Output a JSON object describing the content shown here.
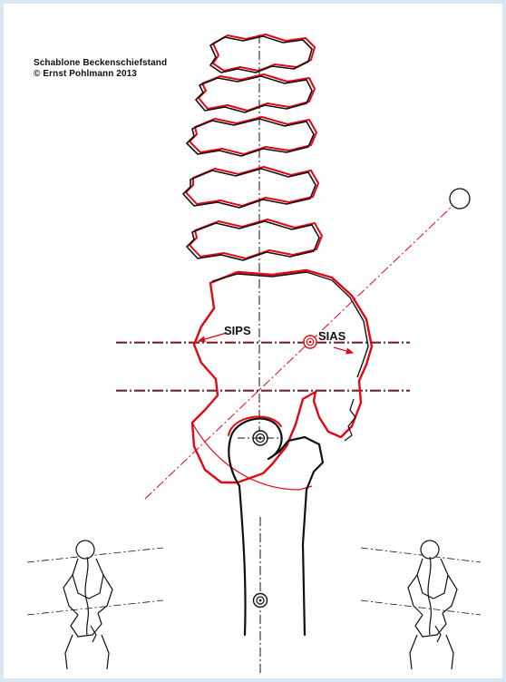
{
  "header": {
    "title": "Schablone Beckenschiefstand",
    "copyright": "© Ernst Pohlmann 2013"
  },
  "labels": {
    "sips": "SIPS",
    "sias": "SIAS"
  },
  "colors": {
    "red": "#e30613",
    "black": "#111111",
    "frame": "#dbe6f3"
  }
}
